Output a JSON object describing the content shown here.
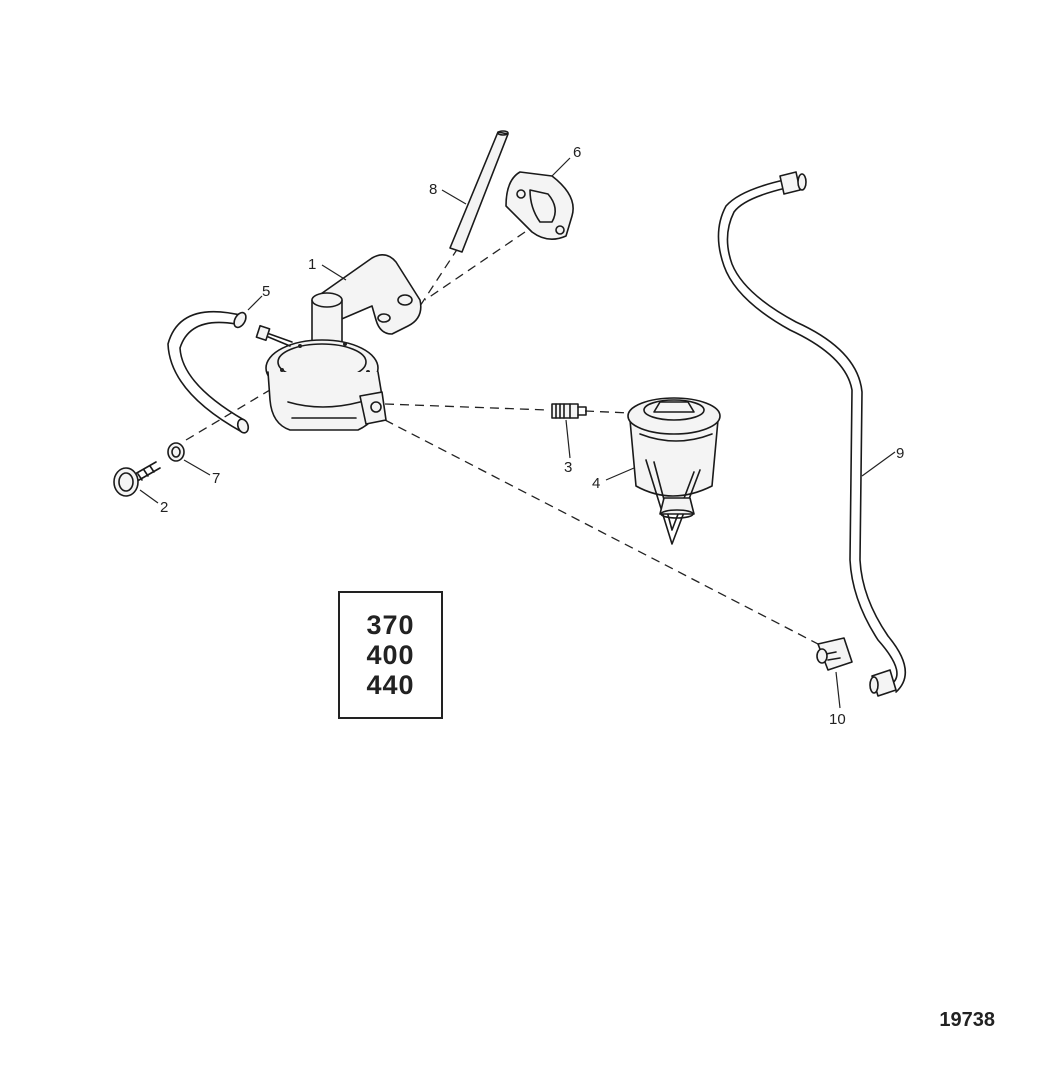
{
  "callouts": {
    "c1": "1",
    "c2": "2",
    "c3": "3",
    "c4": "4",
    "c5": "5",
    "c6": "6",
    "c7": "7",
    "c8": "8",
    "c9": "9",
    "c10": "10"
  },
  "models": [
    "370",
    "400",
    "440"
  ],
  "reference_number": "19738"
}
